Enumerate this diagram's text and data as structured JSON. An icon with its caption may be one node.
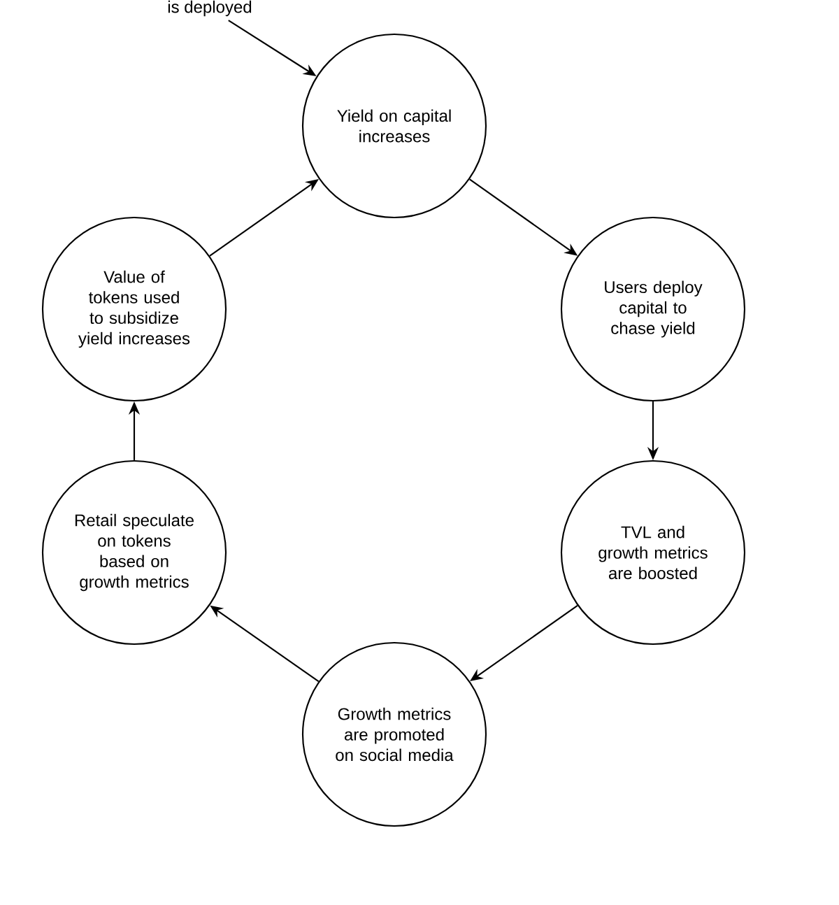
{
  "diagram": {
    "nodes": [
      {
        "text": [
          "is deployed"
        ]
      },
      {
        "text": [
          "Yield on capital increases"
        ]
      },
      {
        "text": [
          "Users deploy capital to chase yield"
        ]
      },
      {
        "text": [
          "TVL and growth metrics are boosted"
        ]
      },
      {
        "text": [
          "Growth metrics are promoted on social media"
        ]
      },
      {
        "text": [
          "Retail speculate on tokens based on growth metrics"
        ]
      },
      {
        "text": [
          "Value of tokens used to subsidize yield increases"
        ]
      }
    ],
    "edges": [
      {
        "from": 0,
        "to": 1,
        "arrow": "to"
      },
      {
        "from": 1,
        "to": 2,
        "arrow": "to"
      },
      {
        "from": 2,
        "to": 3,
        "arrow": "to"
      },
      {
        "from": 3,
        "to": 4,
        "arrow": "to"
      },
      {
        "from": 4,
        "to": 5,
        "arrow": "to"
      },
      {
        "from": 5,
        "to": 6,
        "arrow": "to"
      },
      {
        "from": 6,
        "to": 1,
        "arrow": "to"
      }
    ]
  }
}
